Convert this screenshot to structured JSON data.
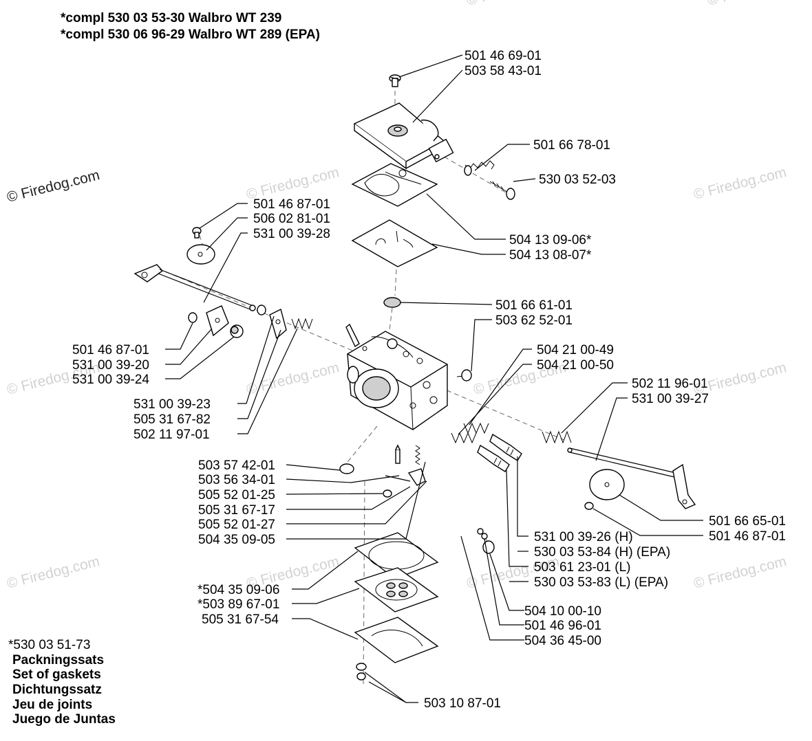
{
  "header": {
    "line1": "*compl 530 03 53-30 Walbro WT 239",
    "line2": "*compl 530 06 96-29 Walbro WT 289 (EPA)"
  },
  "watermark": {
    "text": "© Firedog.com"
  },
  "kit": {
    "number": "*530 03 51-73",
    "names": [
      "Packningssats",
      "Set of gaskets",
      "Dichtungssatz",
      "Jeu de joints",
      "Juego de Juntas"
    ]
  },
  "callouts": [
    "501 46 69-01",
    "503 58 43-01",
    "501 66 78-01",
    "530 03 52-03",
    "501 46 87-01",
    "506 02 81-01",
    "531 00 39-28",
    "504 13 09-06*",
    "504 13 08-07*",
    "501 66 61-01",
    "503 62 52-01",
    "501 46 87-01",
    "531 00 39-20",
    "531 00 39-24",
    "504 21 00-49",
    "504 21 00-50",
    "502 11 96-01",
    "531 00 39-27",
    "531 00 39-23",
    "505 31 67-82",
    "502 11 97-01",
    "503 57 42-01",
    "503 56 34-01",
    "505 52 01-25",
    "505 31 67-17",
    "505 52 01-27",
    "504 35 09-05",
    "501 66 65-01",
    "501 46 87-01",
    "531 00 39-26 (H)",
    "530 03 53-84 (H) (EPA)",
    "503 61 23-01 (L)",
    "530 03 53-83 (L) (EPA)",
    "*504 35 09-06",
    "*503 89 67-01",
    "505 31 67-54",
    "504 10 00-10",
    "501 46 96-01",
    "504 36 45-00",
    "503 10 87-01"
  ]
}
